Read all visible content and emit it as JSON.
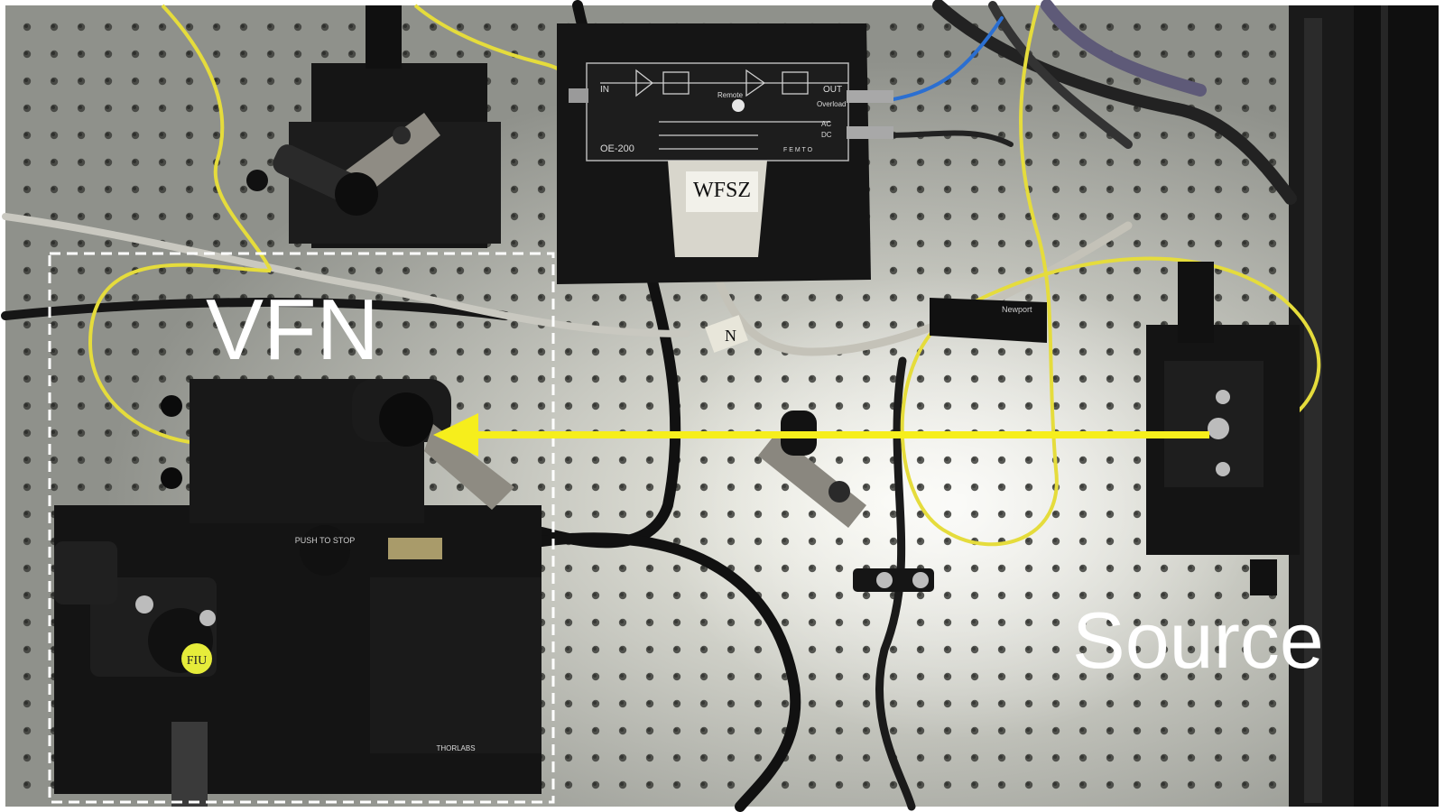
{
  "annotations": {
    "vfn_label": "VFN",
    "source_label": "Source"
  },
  "equipment": {
    "amplifier_in": "IN",
    "amplifier_out": "OUT",
    "amplifier_model": "OE-200",
    "amplifier_remote": "Remote",
    "amplifier_overload": "Overload",
    "amplifier_ac": "AC",
    "amplifier_dc": "DC",
    "amplifier_brand": "F E M T O",
    "cable_tag": "WFSZ",
    "tape_tag": "N",
    "sticker": "FIU",
    "stop_button": "PUSH TO STOP",
    "thorlabs": "THORLABS",
    "newport": "Newport"
  },
  "colors": {
    "arrow": "#f6ee1c",
    "box_outline": "#ffffff",
    "table": "#b9bab4",
    "fiber": "#e8e14a",
    "metal_black": "#151515"
  }
}
